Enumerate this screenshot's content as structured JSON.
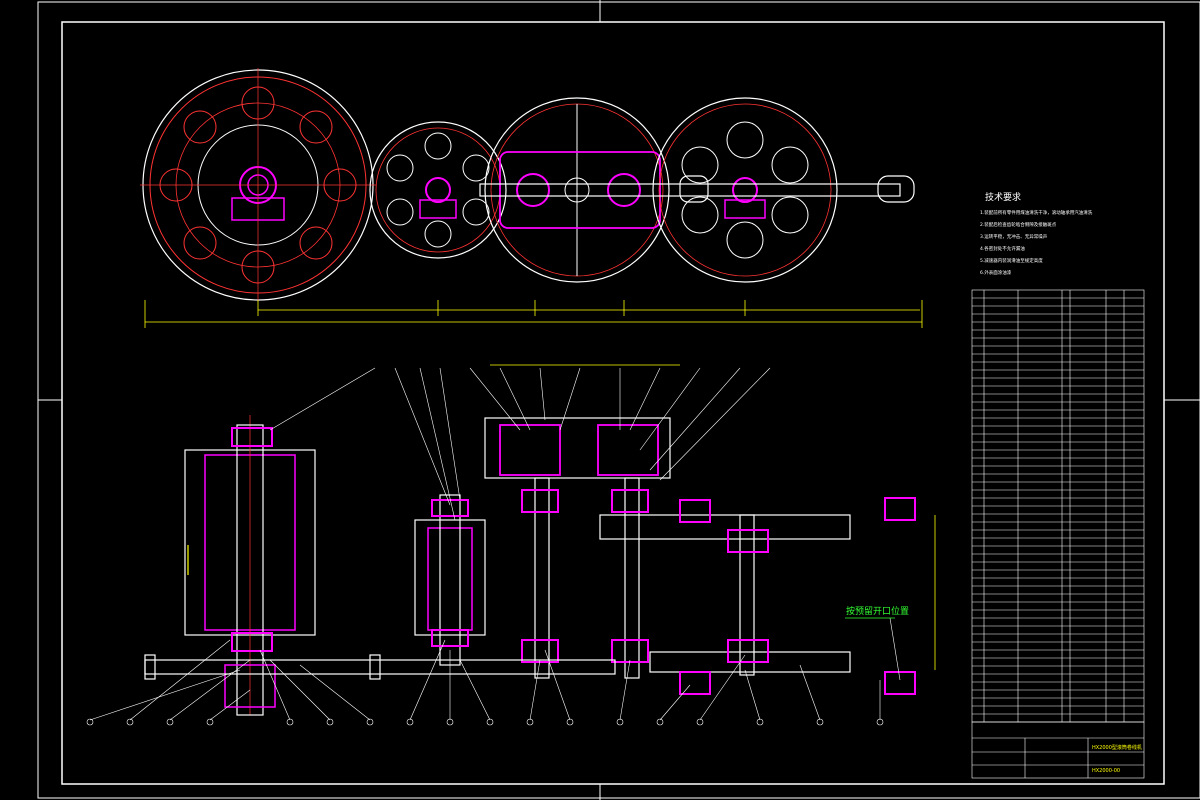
{
  "drawing": {
    "tech_title": "技术要求",
    "tech_notes": [
      "1.装配前所有零件用煤油清洗干净，滚动轴承用汽油清洗",
      "2.装配后检查齿轮啮合侧隙及接触斑点",
      "3.运转平稳，无冲击、无异常噪声",
      "4.各密封处不允许漏油",
      "5.减速器内装润滑油至规定高度",
      "6.外表面涂油漆"
    ],
    "callout_note": "按预留开口位置",
    "title_block": {
      "name": "HX2000型滚筒卷线机",
      "number": "HX2000-00"
    }
  },
  "colors": {
    "background": "#000000",
    "outline": "#ffffff",
    "part": "#ff00ff",
    "centerline": "#ff3333",
    "dimension": "#ffff00",
    "note": "#33ff33"
  }
}
